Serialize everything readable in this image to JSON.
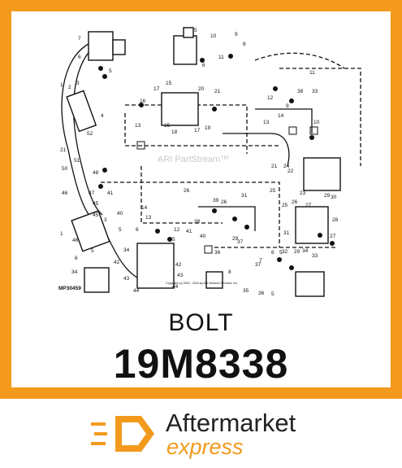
{
  "part": {
    "name": "BOLT",
    "number": "19M8338"
  },
  "diagram": {
    "watermark": "ARI PartStream™",
    "figure_code": "MP30459",
    "copyright": "Copyright (c) 2002 - 2016 by ARI Network Services, Inc.",
    "callouts": [
      "1",
      "2",
      "3",
      "4",
      "5",
      "6",
      "7",
      "8",
      "9",
      "10",
      "11",
      "12",
      "13",
      "14",
      "15",
      "16",
      "17",
      "18",
      "19",
      "20",
      "21",
      "22",
      "23",
      "24",
      "25",
      "26",
      "27",
      "28",
      "29",
      "30",
      "31",
      "32",
      "33",
      "34",
      "35",
      "36",
      "37",
      "38",
      "39",
      "40",
      "41",
      "42",
      "43",
      "44",
      "45",
      "46",
      "47",
      "48",
      "49",
      "50",
      "51",
      "52"
    ]
  },
  "brand": {
    "line1": "Aftermarket",
    "line2": "express",
    "color": "#f39a1d"
  }
}
